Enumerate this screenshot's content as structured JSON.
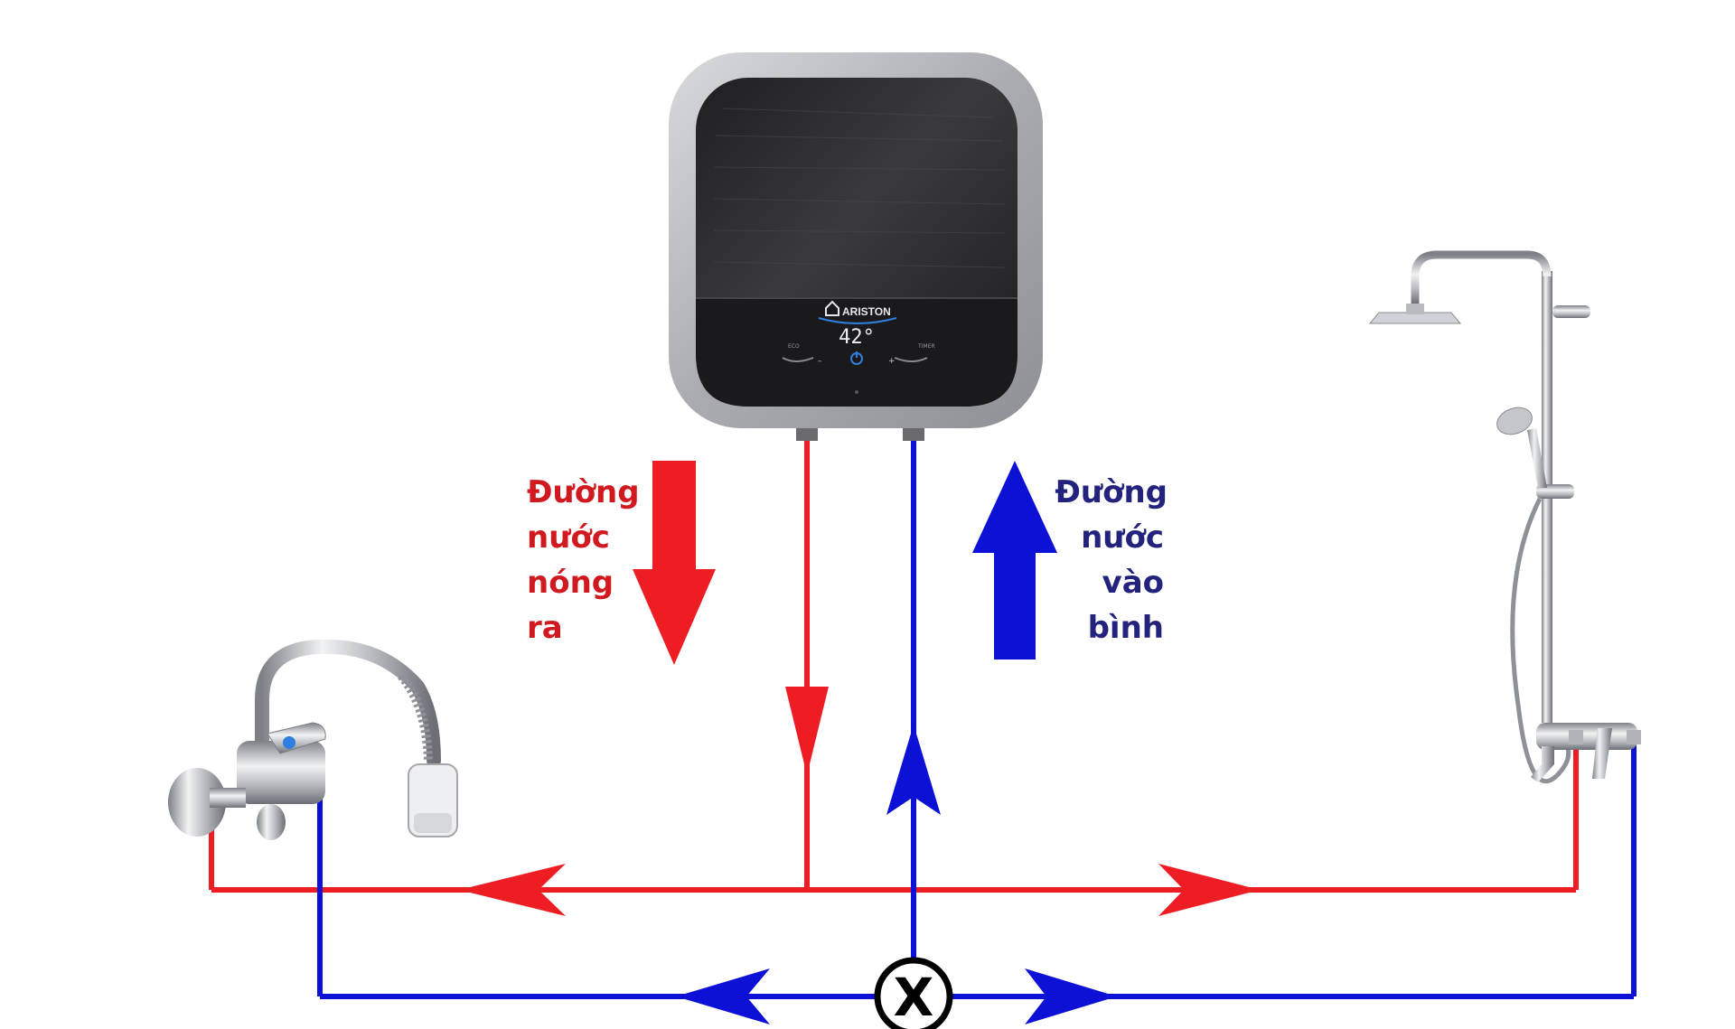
{
  "heater": {
    "brand": "ARISTON",
    "temperature_display": "42°",
    "left_key_text": "ECO",
    "right_key_text": "TIMER",
    "minus_key": "–",
    "plus_key": "+"
  },
  "labels": {
    "hot": {
      "line1": "Đường",
      "line2": "nước",
      "line3": "nóng",
      "line4": "ra"
    },
    "cold": {
      "line1": "Đường",
      "line2": "nước",
      "line3": "vào",
      "line4": "bình"
    }
  },
  "valve": {
    "symbol": "X"
  },
  "colors": {
    "hot_pipe": "#ee1d24",
    "cold_pipe": "#0d11d6",
    "hot_label": "#d11a20",
    "cold_label": "#23237e",
    "heater_body": "#2b2b2d",
    "heater_frame": "#b9bbc0",
    "display_blue": "#2f7fe0",
    "chrome": "#c9ccd1"
  },
  "icons": {
    "heater": "water-heater-icon",
    "kitchen_faucet": "faucet-icon",
    "shower": "shower-icon",
    "valve": "valve-icon"
  }
}
